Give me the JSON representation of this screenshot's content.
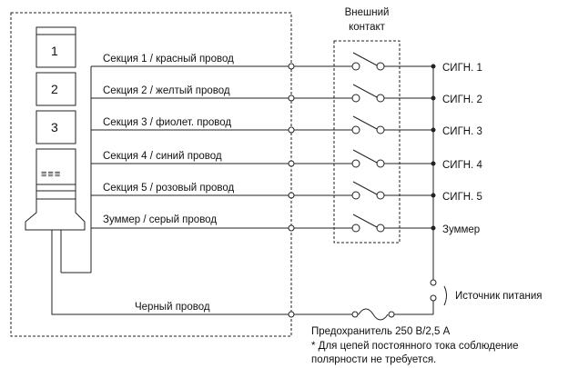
{
  "tower": {
    "segments": [
      "1",
      "2",
      "3"
    ],
    "buzzer_grille": "≡≡≡"
  },
  "wires": [
    {
      "label": "Секция 1 / красный провод",
      "output": "СИГН. 1"
    },
    {
      "label": "Секция 2 / желтый провод",
      "output": "СИГН. 2"
    },
    {
      "label": "Секция 3 / фиолет. провод",
      "output": "СИГН. 3"
    },
    {
      "label": "Секция 4 / синий провод",
      "output": "СИГН. 4"
    },
    {
      "label": "Секция 5 / розовый провод",
      "output": "СИГН. 5"
    },
    {
      "label": "Зуммер / серый провод",
      "output": "Зуммер"
    }
  ],
  "external_contact": {
    "line1": "Внешний",
    "line2": "контакт"
  },
  "black_wire": "Черный провод",
  "power_source": "Источник питания",
  "fuse": "Предохранитель 250 В/2,5 А",
  "note": {
    "line1": "* Для цепей постоянного тока соблюдение",
    "line2": "полярности не требуется."
  },
  "colors": {
    "line": "#222222"
  }
}
